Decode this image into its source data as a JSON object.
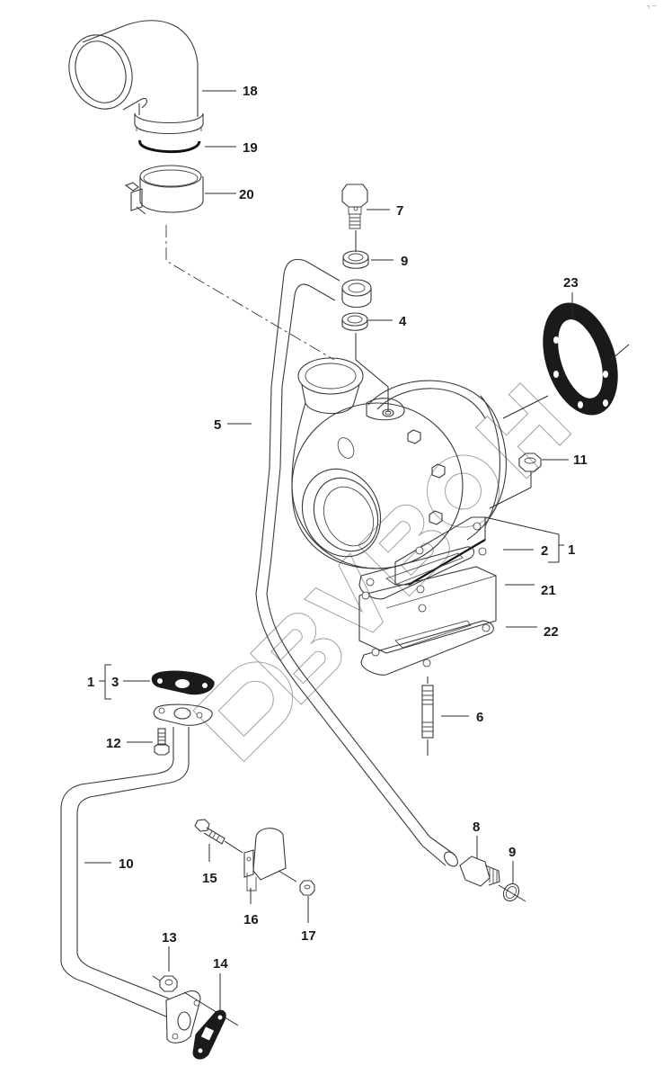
{
  "diagram": {
    "type": "exploded-parts-view",
    "subject": "turbocharger assembly",
    "corner_mark": "┐ ─",
    "watermark": "DBVBOH",
    "callouts": [
      {
        "id": "18",
        "label": "18",
        "part": "elbow-hose"
      },
      {
        "id": "19",
        "label": "19",
        "part": "o-ring"
      },
      {
        "id": "20",
        "label": "20",
        "part": "hose-clamp"
      },
      {
        "id": "7",
        "label": "7",
        "part": "banjo-bolt"
      },
      {
        "id": "9a",
        "label": "9",
        "part": "sealing-washer"
      },
      {
        "id": "4",
        "label": "4",
        "part": "sealing-washer"
      },
      {
        "id": "23",
        "label": "23",
        "part": "flange-gasket"
      },
      {
        "id": "5",
        "label": "5",
        "part": "oil-feed-pipe"
      },
      {
        "id": "11",
        "label": "11",
        "part": "nut"
      },
      {
        "id": "2",
        "label": "2",
        "part": "turbocharger"
      },
      {
        "id": "1a",
        "label": "1",
        "part": "turbocharger-kit"
      },
      {
        "id": "21",
        "label": "21",
        "part": "gasket"
      },
      {
        "id": "22",
        "label": "22",
        "part": "spacer-gasket"
      },
      {
        "id": "1b",
        "label": "1",
        "part": "turbocharger-kit"
      },
      {
        "id": "3",
        "label": "3",
        "part": "oil-return-gasket"
      },
      {
        "id": "12",
        "label": "12",
        "part": "bolt"
      },
      {
        "id": "6",
        "label": "6",
        "part": "stud"
      },
      {
        "id": "10",
        "label": "10",
        "part": "oil-return-pipe"
      },
      {
        "id": "8",
        "label": "8",
        "part": "adapter-fitting"
      },
      {
        "id": "9b",
        "label": "9",
        "part": "sealing-washer"
      },
      {
        "id": "15",
        "label": "15",
        "part": "bolt"
      },
      {
        "id": "16",
        "label": "16",
        "part": "pipe-clamp"
      },
      {
        "id": "17",
        "label": "17",
        "part": "nut"
      },
      {
        "id": "13",
        "label": "13",
        "part": "nut"
      },
      {
        "id": "14",
        "label": "14",
        "part": "gasket"
      }
    ]
  }
}
